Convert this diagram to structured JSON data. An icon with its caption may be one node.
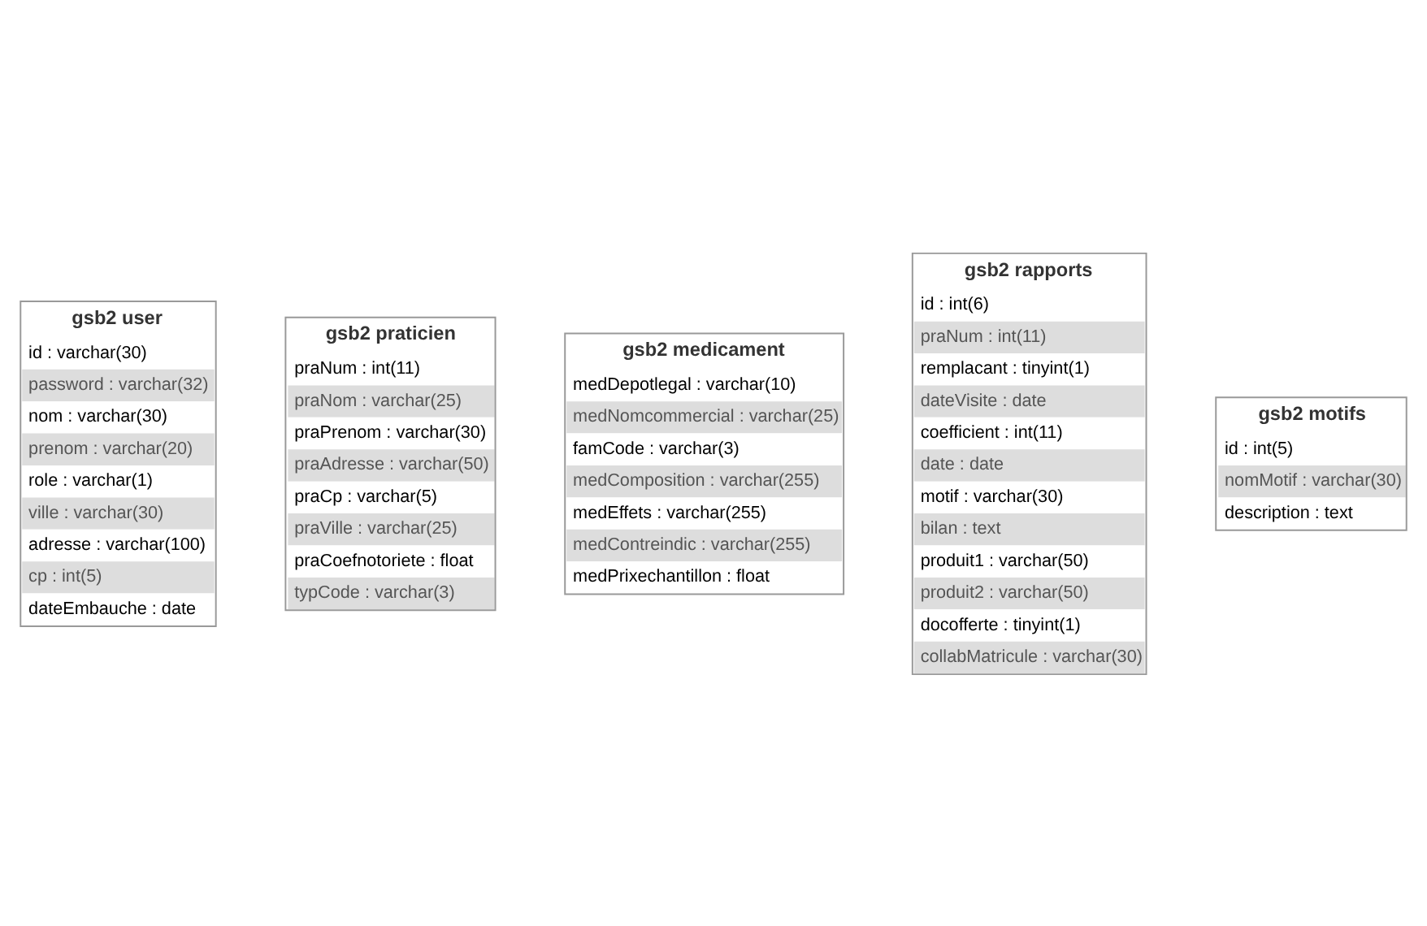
{
  "diagram": {
    "nodes": [
      {
        "text": [
          "gsb2 user",
          "id : varchar(30)",
          "password : varchar(32)",
          "nom : varchar(30)",
          "prenom : varchar(20)",
          "role : varchar(1)",
          "ville : varchar(30)",
          "adresse : varchar(100)",
          "cp : int(5)",
          "dateEmbauche : date"
        ]
      },
      {
        "text": [
          "gsb2 praticien",
          "praNum : int(11)",
          "praNom : varchar(25)",
          "praPrenom : varchar(30)",
          "praAdresse : varchar(50)",
          "praCp : varchar(5)",
          "praVille : varchar(25)",
          "praCoefnotoriete : float",
          "typCode : varchar(3)"
        ]
      },
      {
        "text": [
          "gsb2 medicament",
          "medDepotlegal : varchar(10)",
          "medNomcommercial : varchar(25)",
          "famCode : varchar(3)",
          "medComposition : varchar(255)",
          "medEffets : varchar(255)",
          "medContreindic : varchar(255)",
          "medPrixechantillon : float"
        ]
      },
      {
        "text": [
          "gsb2 rapports",
          "id : int(6)",
          "praNum : int(11)",
          "remplacant : tinyint(1)",
          "dateVisite : date",
          "coefficient : int(11)",
          "date : date",
          "motif : varchar(30)",
          "bilan : text",
          "produit1 : varchar(50)",
          "produit2 : varchar(50)",
          "docofferte : tinyint(1)",
          "collabMatricule : varchar(30)"
        ]
      },
      {
        "text": [
          "gsb2 motifs",
          "id : int(5)",
          "nomMotif : varchar(30)",
          "description : text"
        ]
      }
    ],
    "edges": []
  }
}
